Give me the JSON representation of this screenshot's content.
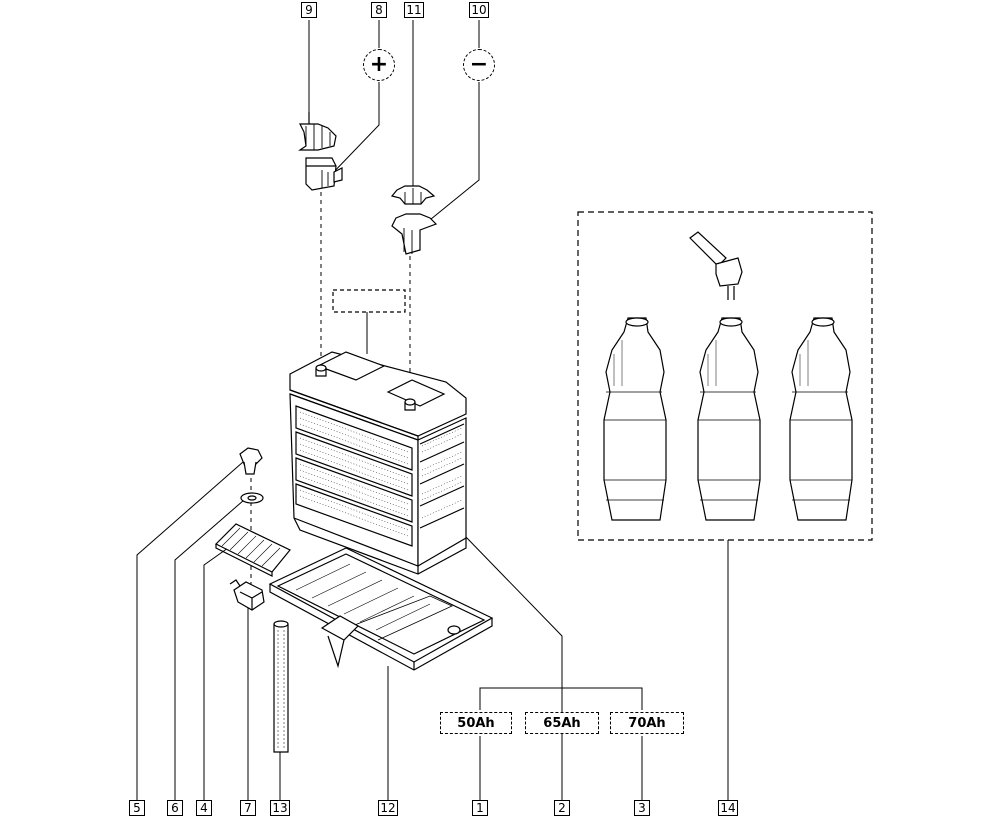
{
  "callouts": {
    "c1": "1",
    "c2": "2",
    "c3": "3",
    "c4": "4",
    "c5": "5",
    "c6": "6",
    "c7": "7",
    "c8": "8",
    "c9": "9",
    "c10": "10",
    "c11": "11",
    "c12": "12",
    "c13": "13",
    "c14": "14"
  },
  "capacities": {
    "cap1": "50Ah",
    "cap2": "65Ah",
    "cap3": "70Ah"
  },
  "terminals": {
    "positive": "+",
    "negative": "−"
  }
}
